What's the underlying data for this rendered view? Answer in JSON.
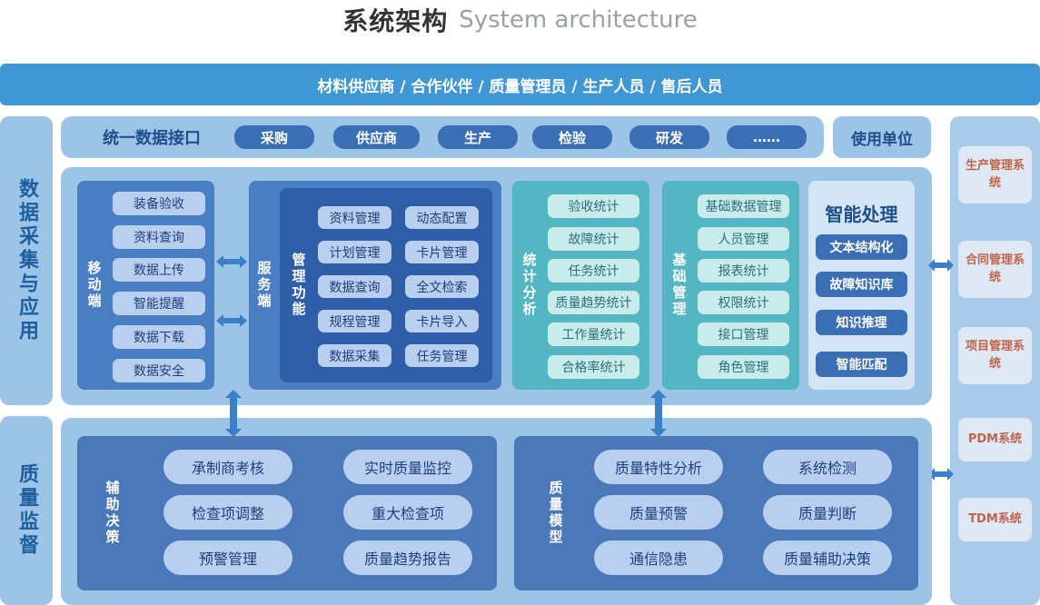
{
  "header": {
    "title_cn": "系统架构",
    "title_en": "System architecture"
  },
  "top_band": "材料供应商 / 合作伙伴 / 质量管理员 / 生产人员 / 售后人员",
  "left_labels": {
    "data_app": "数据采集与应用",
    "quality": "质量监督"
  },
  "interface_bar": {
    "label": "统一数据接口",
    "items": [
      "采购",
      "供应商",
      "生产",
      "检验",
      "研发",
      "……"
    ]
  },
  "use_unit": "使用单位",
  "mobile": {
    "label": "移动端",
    "items": [
      "装备验收",
      "资料查询",
      "数据上传",
      "智能提醒",
      "数据下载",
      "数据安全"
    ]
  },
  "server": {
    "label": "服务端",
    "mgmt_label": "管理功能",
    "items": [
      "资料管理",
      "动态配置",
      "计划管理",
      "卡片管理",
      "数据查询",
      "全文检索",
      "规程管理",
      "卡片导入",
      "数据采集",
      "任务管理"
    ]
  },
  "stats": {
    "label": "统计分析",
    "items": [
      "验收统计",
      "故障统计",
      "任务统计",
      "质量趋势统计",
      "工作量统计",
      "合格率统计"
    ]
  },
  "basic": {
    "label": "基础管理",
    "items": [
      "基础数据管理",
      "人员管理",
      "报表统计",
      "权限统计",
      "接口管理",
      "角色管理"
    ]
  },
  "intel": {
    "title": "智能处理",
    "items": [
      "文本结构化",
      "故障知识库",
      "知识推理",
      "智能匹配"
    ]
  },
  "decision": {
    "label": "辅助决策",
    "items": [
      "承制商考核",
      "实时质量监控",
      "检查项调整",
      "重大检查项",
      "预警管理",
      "质量趋势报告"
    ]
  },
  "model": {
    "label": "质量模型",
    "items": [
      "质量特性分析",
      "系统检测",
      "质量预警",
      "质量判断",
      "通信隐患",
      "质量辅助决策"
    ]
  },
  "systems": [
    "生产管理系统",
    "合同管理系统",
    "项目管理系统",
    "PDM系统",
    "TDM系统"
  ],
  "colors": {
    "band": "#3f97d3",
    "panel": "#9cc4e6",
    "dark": "#3a6fb5",
    "teal": "#54b6c2",
    "system_text": "#c0644a"
  }
}
